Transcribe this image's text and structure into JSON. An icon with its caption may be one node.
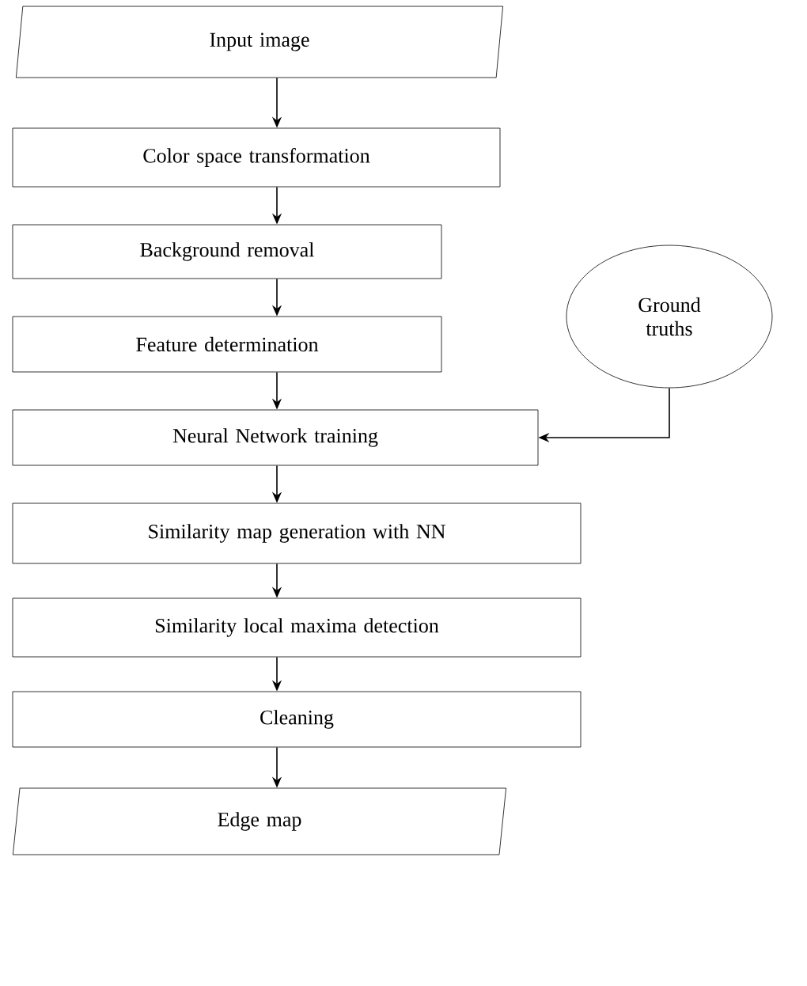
{
  "diagram": {
    "nodes": [
      {
        "text": [
          "Input image"
        ]
      },
      {
        "text": [
          "Color space transformation"
        ]
      },
      {
        "text": [
          "Background removal"
        ]
      },
      {
        "text": [
          "Feature determination"
        ]
      },
      {
        "text": [
          "Ground truths"
        ]
      },
      {
        "text": [
          "Neural Network training"
        ]
      },
      {
        "text": [
          "Similarity map generation with NN"
        ]
      },
      {
        "text": [
          "Similarity local maxima detection"
        ]
      },
      {
        "text": [
          "Cleaning"
        ]
      },
      {
        "text": [
          "Edge map"
        ]
      }
    ],
    "edges": [
      {
        "from": 0,
        "to": 1,
        "arrow": "to"
      },
      {
        "from": 1,
        "to": 2,
        "arrow": "to"
      },
      {
        "from": 2,
        "to": 3,
        "arrow": "to"
      },
      {
        "from": 3,
        "to": 5,
        "arrow": "to"
      },
      {
        "from": 4,
        "to": 5,
        "arrow": "to"
      },
      {
        "from": 5,
        "to": 6,
        "arrow": "to"
      },
      {
        "from": 6,
        "to": 7,
        "arrow": "to"
      },
      {
        "from": 7,
        "to": 8,
        "arrow": "to"
      },
      {
        "from": 8,
        "to": 9,
        "arrow": "to"
      }
    ]
  }
}
